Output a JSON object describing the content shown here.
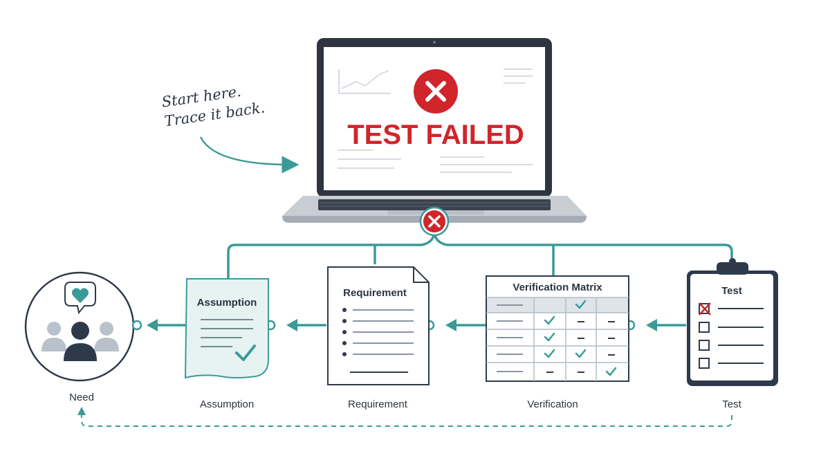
{
  "screen": {
    "status_text": "TEST FAILED",
    "fail_icon": "x-circle-icon"
  },
  "annotation": {
    "line1": "Start here.",
    "line2": "Trace it back."
  },
  "nodes": {
    "need": {
      "label": "Need",
      "icons": [
        "people-icon",
        "heart-speech-bubble-icon"
      ]
    },
    "assumption": {
      "label": "Assumption",
      "card_title": "Assumption",
      "icon": "check-icon"
    },
    "requirement": {
      "label": "Requirement",
      "card_title": "Requirement"
    },
    "verification": {
      "label": "Verification",
      "card_title": "Verification Matrix"
    },
    "test": {
      "label": "Test",
      "card_title": "Test"
    }
  },
  "colors": {
    "teal": "#3a9a98",
    "red": "#d0252b",
    "navy": "#2e3a4a",
    "light_teal": "#e6f3f1"
  }
}
